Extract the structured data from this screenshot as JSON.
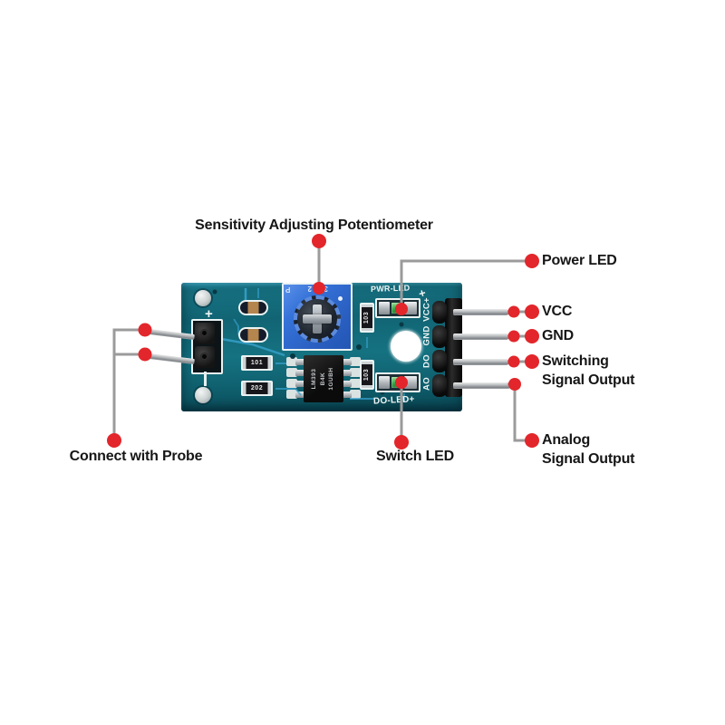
{
  "colors": {
    "callout_red": "#e2262b",
    "callout_line_gray": "#9b9b9b",
    "pcb_teal": "#116473",
    "trace_blue": "#37a3cd",
    "potentiometer_blue": "#2f6cd2",
    "silkscreen_white": "#eaf3f3",
    "label_text": "#161616"
  },
  "callouts": {
    "title": "Sensitivity Adjusting Potentiometer",
    "power_led": "Power LED",
    "vcc": "VCC",
    "gnd": "GND",
    "switching_line1": "Switching",
    "switching_line2": "Signal Output",
    "analog_line1": "Analog",
    "analog_line2": "Signal Output",
    "connect_with_probe": "Connect with Probe",
    "switch_led": "Switch LED"
  },
  "pcb": {
    "silkscreen": {
      "pwr_led": "PWR-LED",
      "pwr_plus": "+",
      "do_led": "DO-LED+",
      "pin_label_1": "VCC+",
      "pin_label_2": "GND",
      "pin_label_3": "DO",
      "pin_label_4": "AO",
      "probe_plus": "+",
      "pot_model": "3362",
      "pot_series": "P",
      "resistor_r3": "101",
      "resistor_r4": "202",
      "resistor_r5": "103",
      "resistor_r6": "103"
    },
    "ic": {
      "line1": "LM393",
      "line2": "B4K",
      "line3": "1GUBH"
    }
  }
}
